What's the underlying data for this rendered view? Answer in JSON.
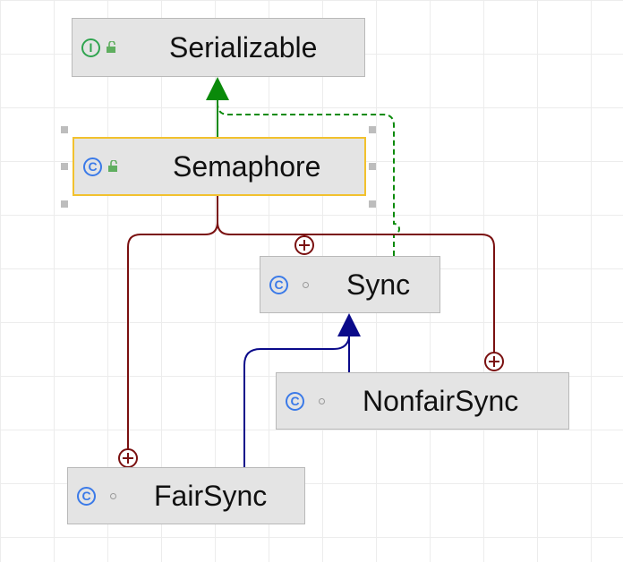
{
  "nodes": {
    "serializable": {
      "name": "Serializable",
      "kind_icon": "interface-icon",
      "kind_glyph": "I",
      "visibility_icon": "public-lock-icon"
    },
    "semaphore": {
      "name": "Semaphore",
      "kind_icon": "class-icon",
      "kind_glyph": "C",
      "visibility_icon": "public-lock-icon",
      "selected": true
    },
    "sync": {
      "name": "Sync",
      "kind_icon": "class-icon",
      "kind_glyph": "C",
      "visibility_icon": "package-private-dot-icon"
    },
    "nonfair_sync": {
      "name": "NonfairSync",
      "kind_icon": "class-icon",
      "kind_glyph": "C",
      "visibility_icon": "package-private-dot-icon"
    },
    "fair_sync": {
      "name": "FairSync",
      "kind_icon": "class-icon",
      "kind_glyph": "C",
      "visibility_icon": "package-private-dot-icon"
    }
  },
  "edges": [
    {
      "from": "Semaphore",
      "to": "Serializable",
      "relation": "implements",
      "style": "solid",
      "color": "#0a8a0a"
    },
    {
      "from": "Sync",
      "to": "Serializable",
      "relation": "implements",
      "style": "dashed",
      "color": "#0a8a0a"
    },
    {
      "from": "Sync",
      "to": "Semaphore",
      "relation": "inner-class",
      "style": "solid",
      "color": "#7a1010"
    },
    {
      "from": "FairSync",
      "to": "Semaphore",
      "relation": "inner-class",
      "style": "solid",
      "color": "#7a1010"
    },
    {
      "from": "NonfairSync",
      "to": "Semaphore",
      "relation": "inner-class",
      "style": "solid",
      "color": "#7a1010"
    },
    {
      "from": "NonfairSync",
      "to": "Sync",
      "relation": "extends",
      "style": "solid",
      "color": "#0a0a8a"
    },
    {
      "from": "FairSync",
      "to": "Sync",
      "relation": "extends",
      "style": "solid",
      "color": "#0a0a8a"
    }
  ],
  "colors": {
    "node_fill": "#e4e4e4",
    "node_border": "#b9b9b9",
    "selection_border": "#f2c12e",
    "interface_icon": "#2fa44f",
    "class_icon": "#3b7ae8",
    "implements_edge": "#0a8a0a",
    "inner_class_edge": "#7a1010",
    "extends_edge": "#0a0a8a"
  }
}
